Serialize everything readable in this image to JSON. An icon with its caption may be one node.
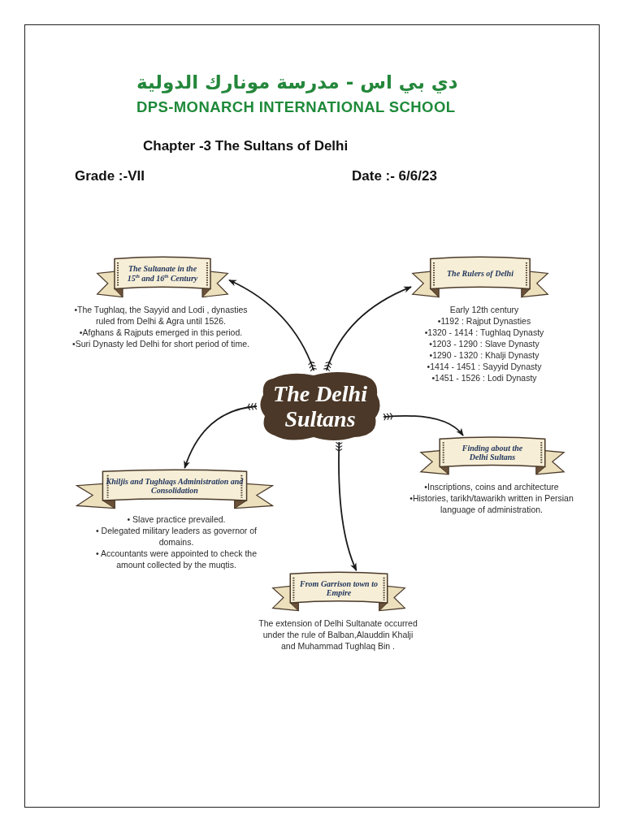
{
  "diagram": {
    "title": "Chapter -3 The Sultans of Delhi",
    "nodes": [
      {
        "text": [
          "The Delhi Sultans"
        ]
      },
      {
        "text": [
          "The Sultanate in the 15$^{th}$ and 16$^{th}$ Century"
        ],
        "beside": [
          "•The Tughlaq, the Sayyid and Lodi , dynasties ruled from Delhi & Agra until 1526.",
          "•Afghans & Rajputs emerged in this period.",
          "•Suri Dynasty led Delhi for short period of time."
        ]
      },
      {
        "text": [
          "The Rulers of Delhi"
        ],
        "beside": [
          "Early 12th century",
          "•1192 : Rajput Dynasties",
          "•1320 - 1414 : Tughlaq Dynasty",
          "•1203 - 1290 : Slave Dynasty",
          "•1290 - 1320 : Khalji Dynasty",
          "•1414 - 1451 : Sayyid Dynasty",
          "•1451 - 1526 : Lodi Dynasty"
        ]
      },
      {
        "text": [
          "Khiljis and Tughlaqs Administration and Consolidation"
        ],
        "beside": [
          "• Slave practice prevailed.",
          "• Delegated military leaders as governor of domains.",
          "• Accountants were appointed to check the amount collected by the muqtis."
        ]
      },
      {
        "text": [
          "Finding about the Delhi Sultans"
        ],
        "beside": [
          "•Inscriptions, coins and architecture",
          "•Histories, tarikh/tawarikh written in Persian language of administration."
        ]
      },
      {
        "text": [
          "From Garrison town to Empire"
        ],
        "beside": [
          "The extension of Delhi Sultanate occurred under the rule of Balban,Alauddin Khalji and Muhammad Tughlaq Bin ."
        ]
      }
    ],
    "edges": [
      {
        "from": 0,
        "to": 1,
        "arrow": "to"
      },
      {
        "from": 0,
        "to": 2,
        "arrow": "to"
      },
      {
        "from": 0,
        "to": 3,
        "arrow": "to"
      },
      {
        "from": 0,
        "to": 4,
        "arrow": "to"
      },
      {
        "from": 0,
        "to": 5,
        "arrow": "to"
      }
    ],
    "labels": [
      "دي بي اس - مدرسة مونارك الدولية",
      "DPS-MONARCH INTERNATIONAL SCHOOL",
      "Grade :-VII",
      "Date :- 6/6/23"
    ]
  }
}
